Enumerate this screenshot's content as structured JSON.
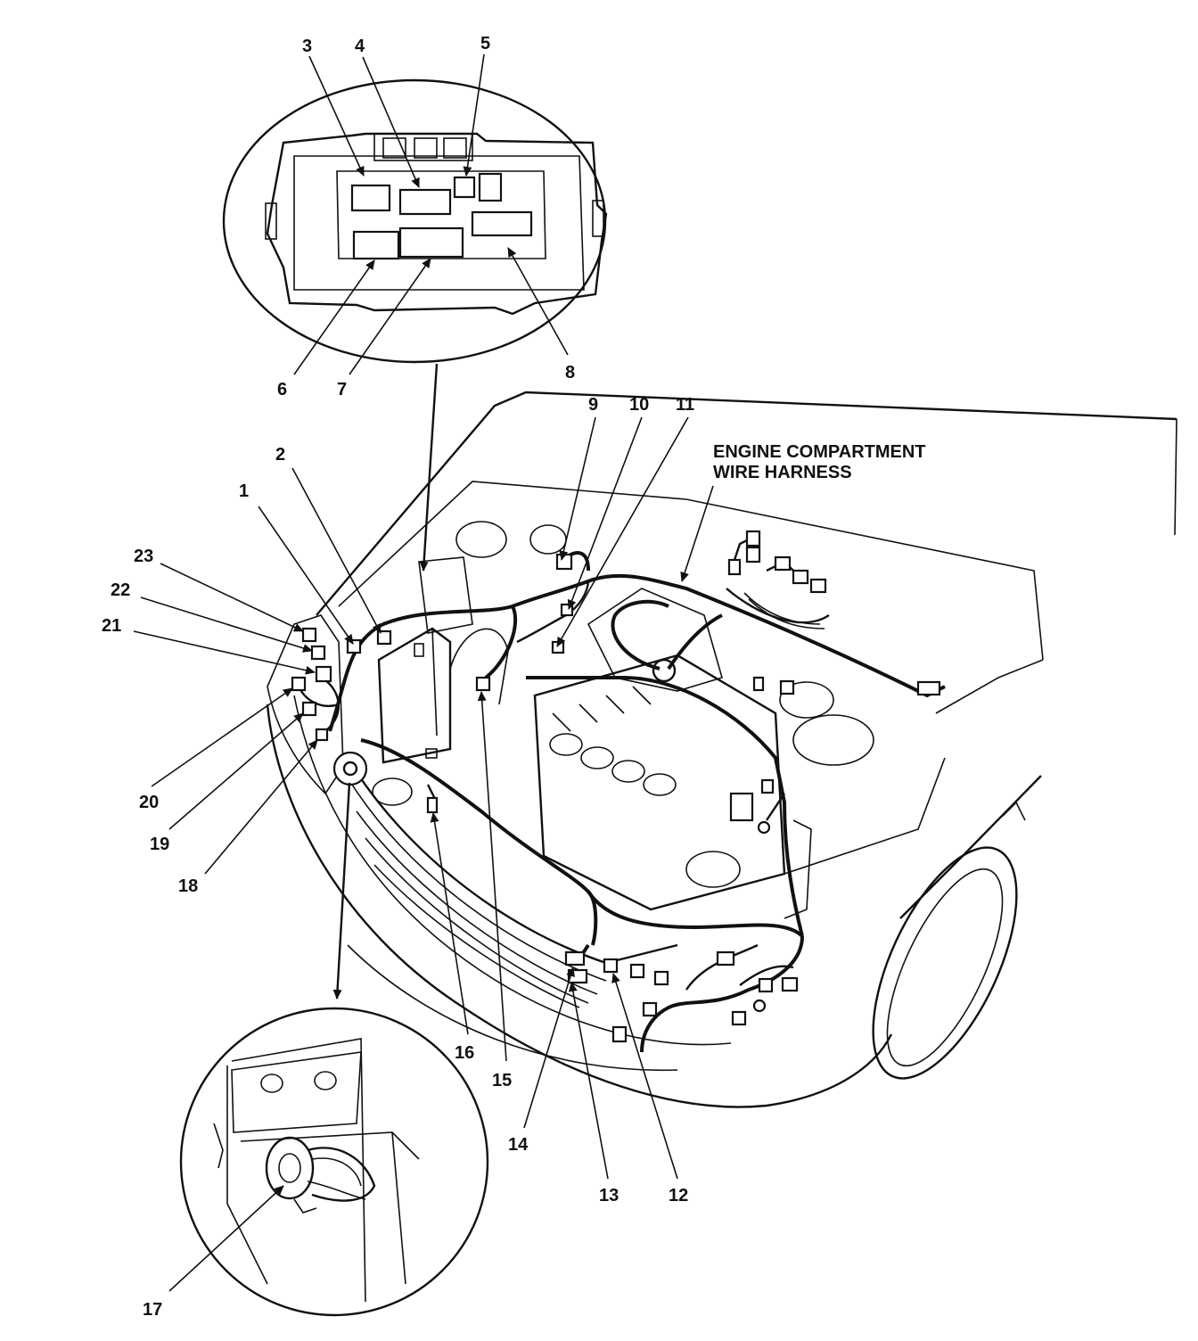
{
  "title": {
    "line1": "ENGINE COMPARTMENT",
    "line2": "WIRE HARNESS"
  },
  "callouts": [
    "1",
    "2",
    "3",
    "4",
    "5",
    "6",
    "7",
    "8",
    "9",
    "10",
    "11",
    "12",
    "13",
    "14",
    "15",
    "16",
    "17",
    "18",
    "19",
    "20",
    "21",
    "22",
    "23"
  ],
  "colors": {
    "ink": "#111111",
    "paper": "#ffffff"
  }
}
